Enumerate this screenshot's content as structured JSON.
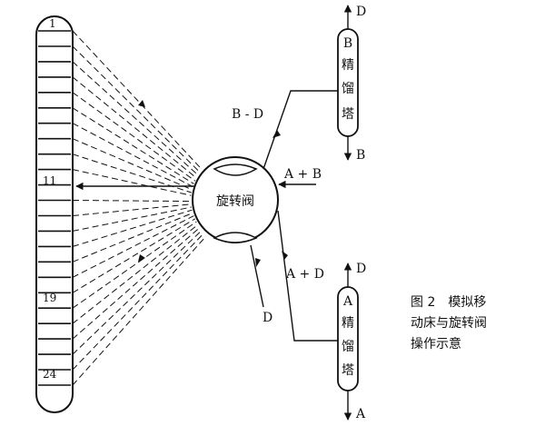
{
  "column": {
    "first_label": "1",
    "middle_label": "11",
    "lower_label": "19",
    "last_label": "24"
  },
  "valve": {
    "label": "旋转阀"
  },
  "streams": {
    "b_minus_d": "B - D",
    "a_plus_b": "A + B",
    "a_plus_d": "A + D",
    "d_out": "D"
  },
  "tower_b": {
    "letter": "B",
    "chars": [
      "精",
      "馏",
      "塔"
    ],
    "top_output": "D",
    "bottom_output": "B"
  },
  "tower_a": {
    "letter": "A",
    "chars": [
      "精",
      "馏",
      "塔"
    ],
    "top_output": "D",
    "bottom_output": "A"
  },
  "caption": {
    "number": "图 2",
    "line1": "模拟移",
    "line2": "动床与旋转阀",
    "line3": "操作示意"
  }
}
